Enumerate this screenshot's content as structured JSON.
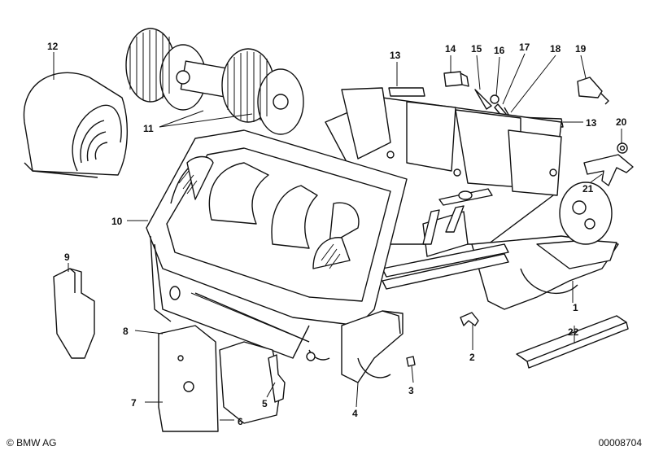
{
  "parts": [
    {
      "id": "p1",
      "number": "1"
    },
    {
      "id": "p2",
      "number": "2"
    },
    {
      "id": "p3",
      "number": "3"
    },
    {
      "id": "p4",
      "number": "4"
    },
    {
      "id": "p5",
      "number": "5"
    },
    {
      "id": "p6",
      "number": "6"
    },
    {
      "id": "p7",
      "number": "7"
    },
    {
      "id": "p8",
      "number": "8"
    },
    {
      "id": "p9",
      "number": "9"
    },
    {
      "id": "p10",
      "number": "10"
    },
    {
      "id": "p11",
      "number": "11"
    },
    {
      "id": "p12",
      "number": "12"
    },
    {
      "id": "p13a",
      "number": "13"
    },
    {
      "id": "p13b",
      "number": "13"
    },
    {
      "id": "p14",
      "number": "14"
    },
    {
      "id": "p15",
      "number": "15"
    },
    {
      "id": "p16",
      "number": "16"
    },
    {
      "id": "p17",
      "number": "17"
    },
    {
      "id": "p18",
      "number": "18"
    },
    {
      "id": "p19",
      "number": "19"
    },
    {
      "id": "p20",
      "number": "20"
    },
    {
      "id": "p21",
      "number": "21"
    },
    {
      "id": "p22",
      "number": "22"
    }
  ],
  "footer": {
    "copyright": "© BMW AG",
    "diagram_id": "00008704"
  }
}
